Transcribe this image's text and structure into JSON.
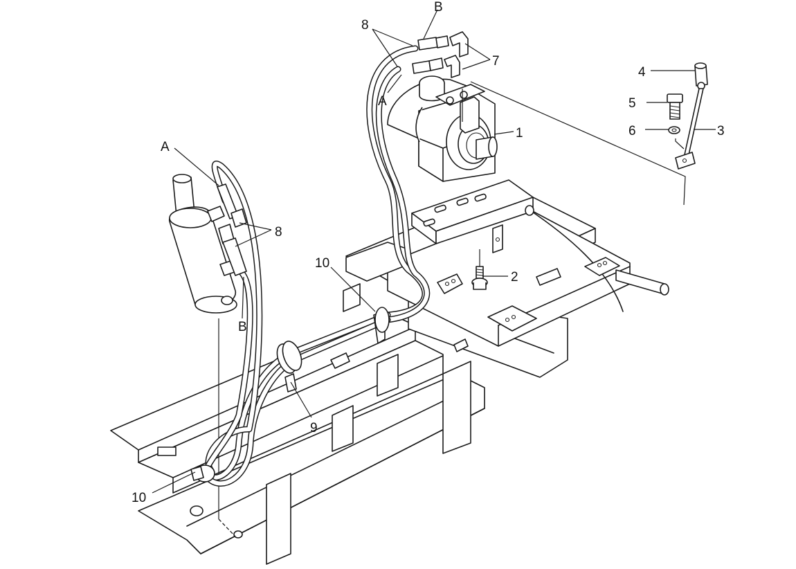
{
  "callouts": {
    "c1": "1",
    "c2": "2",
    "c3": "3",
    "c4": "4",
    "c5": "5",
    "c6": "6",
    "c7": "7",
    "c8_top": "8",
    "c8_left": "8",
    "c9": "9",
    "c10_mid": "10",
    "c10_bottom": "10",
    "a_top": "A",
    "a_left": "A",
    "b_top": "B",
    "b_left": "B"
  },
  "colors": {
    "line": "#1a1a1a",
    "background": "#ffffff"
  }
}
